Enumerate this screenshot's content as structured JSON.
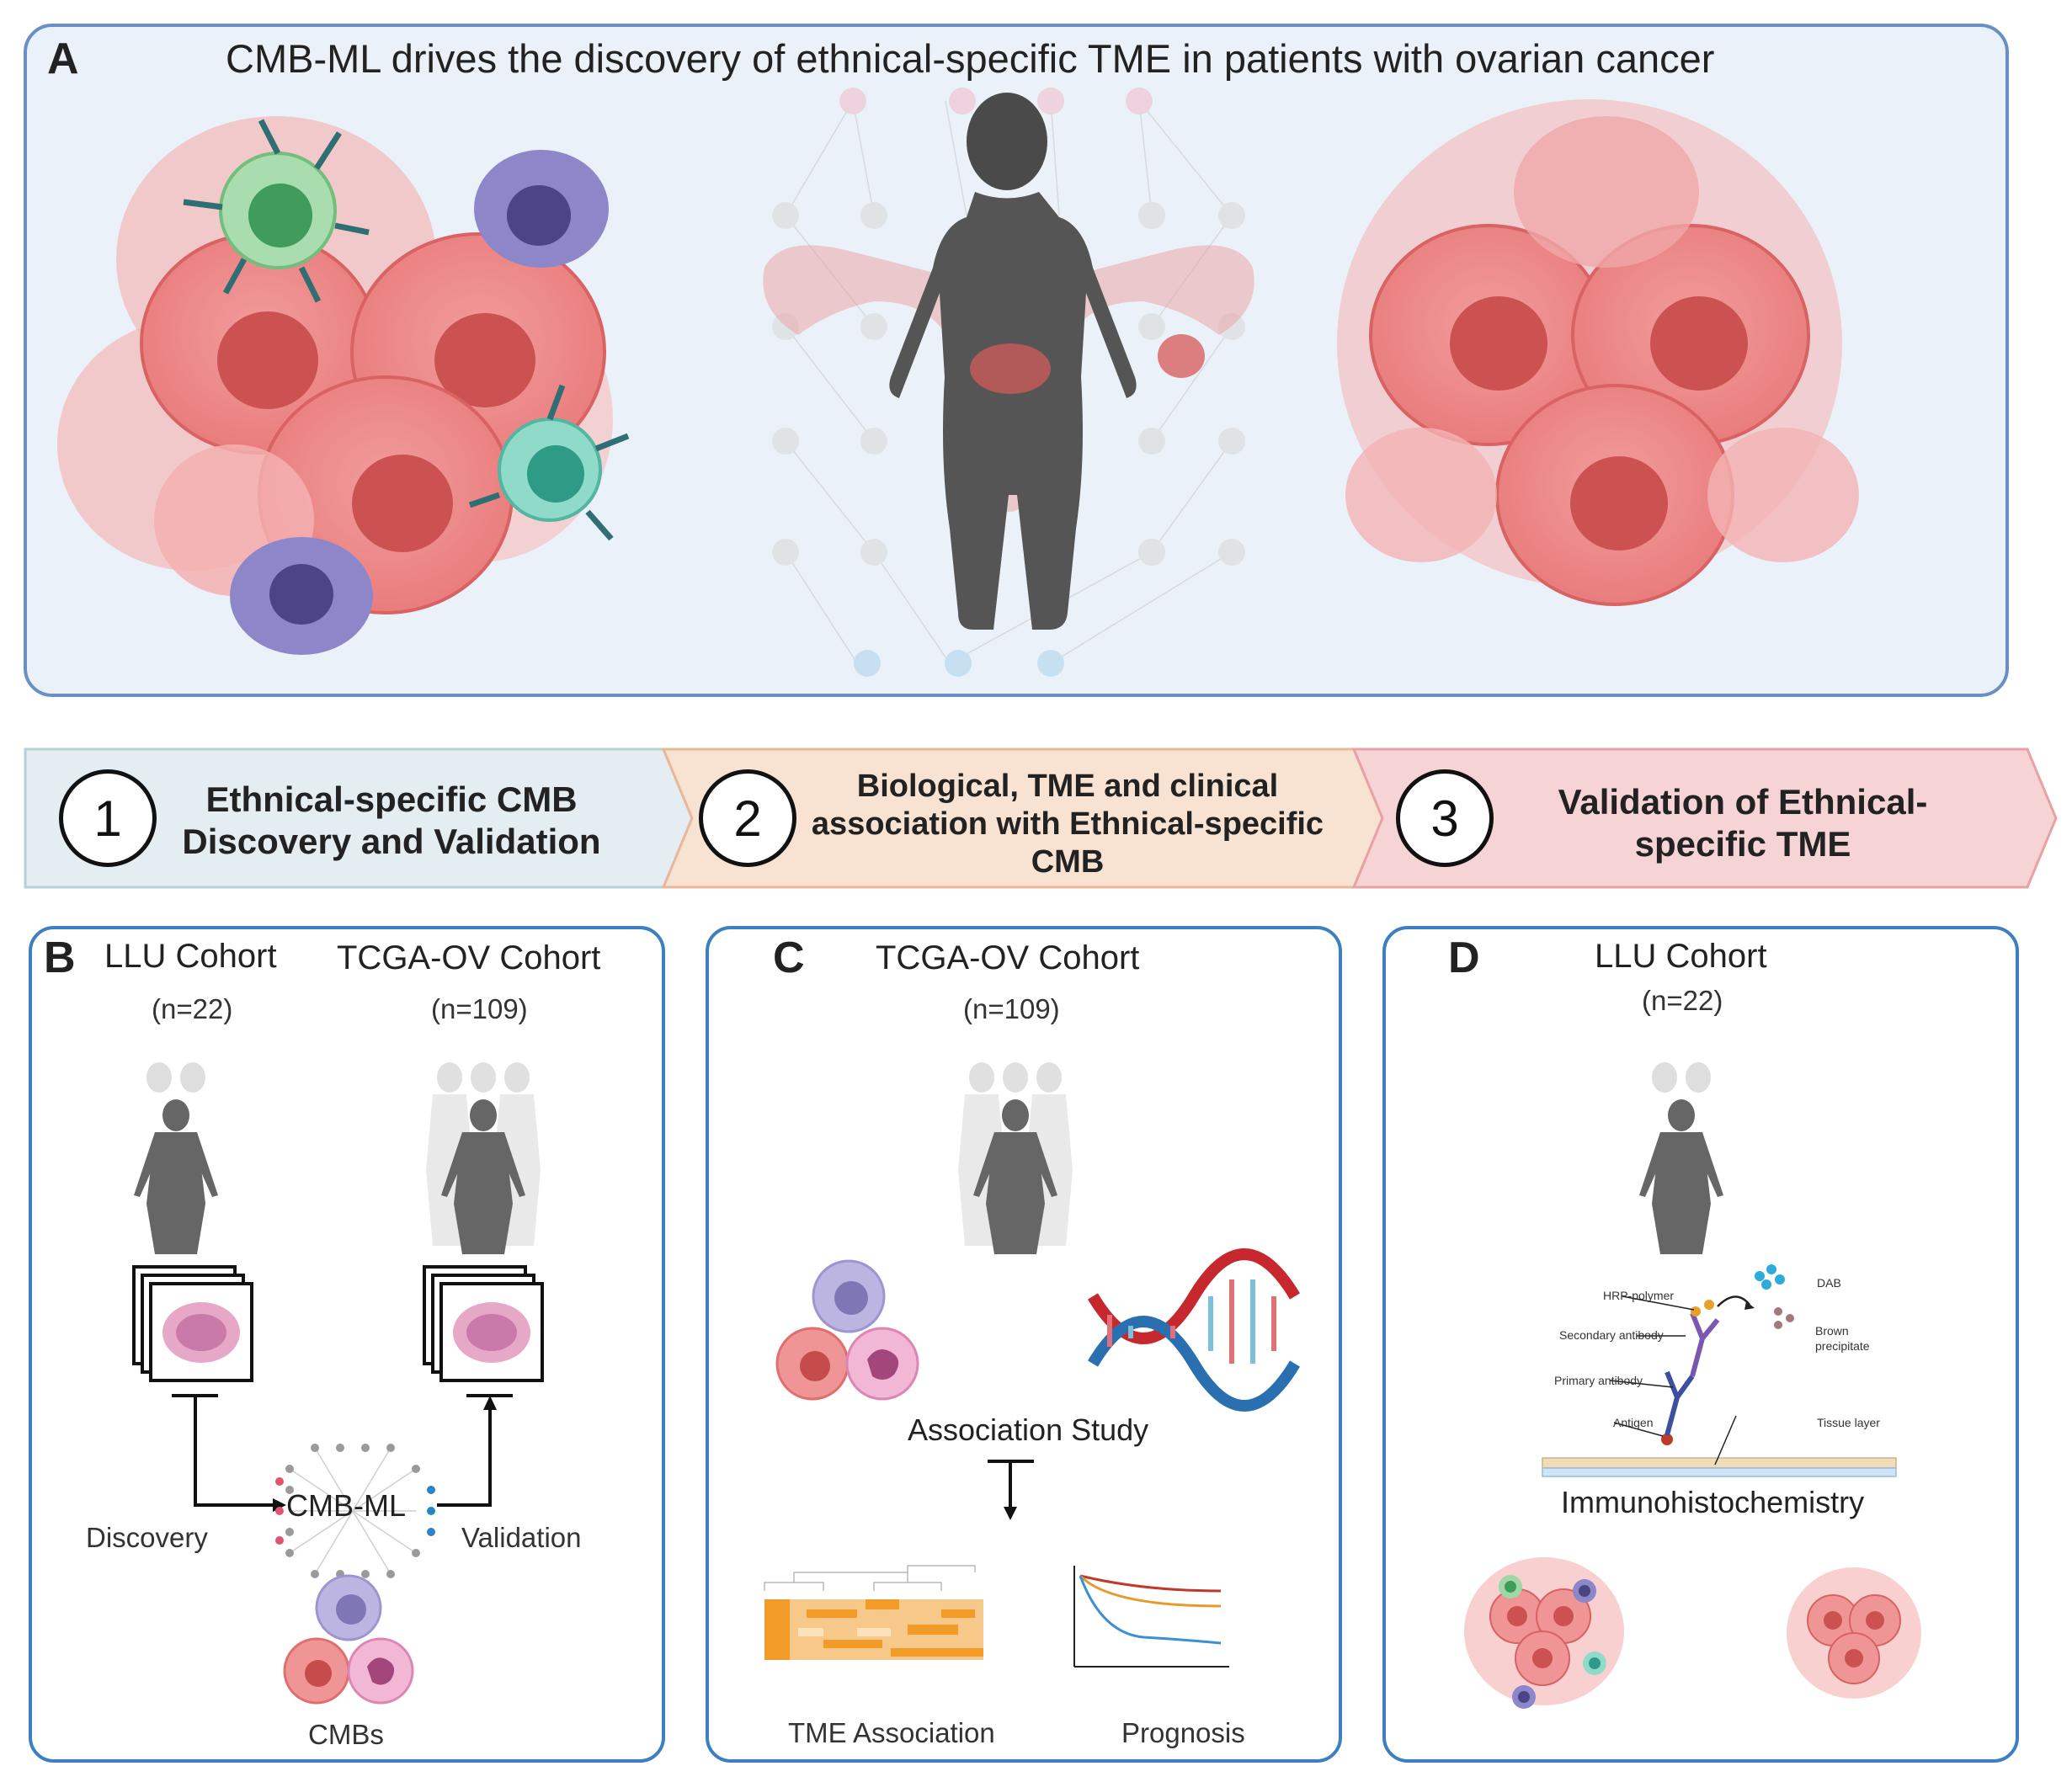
{
  "panelA": {
    "letter": "A",
    "title": "CMB-ML drives the discovery of ethnical-specific TME in patients with ovarian cancer"
  },
  "steps": [
    {
      "number": "1",
      "line1": "Ethnical-specific CMB",
      "line2": "Discovery and Validation",
      "line3": ""
    },
    {
      "number": "2",
      "line1": "Biological, TME and clinical",
      "line2": "association with Ethnical-specific",
      "line3": "CMB"
    },
    {
      "number": "3",
      "line1": "Validation of Ethnical-",
      "line2": "specific TME",
      "line3": ""
    }
  ],
  "step_colors": [
    "#e4edf2",
    "#f8e2d2",
    "#f6d3d4"
  ],
  "panelB": {
    "letter": "B",
    "cohort1": "LLU Cohort",
    "cohort1_n": "(n=22)",
    "cohort2": "TCGA-OV Cohort",
    "cohort2_n": "(n=109)",
    "model": "CMB-ML",
    "discovery": "Discovery",
    "validation": "Validation",
    "cmbs": "CMBs"
  },
  "panelC": {
    "letter": "C",
    "cohort": "TCGA-OV Cohort",
    "cohort_n": "(n=109)",
    "association": "Association Study",
    "tme": "TME Association",
    "prognosis": "Prognosis"
  },
  "panelD": {
    "letter": "D",
    "cohort": "LLU Cohort",
    "cohort_n": "(n=22)",
    "ihc": "Immunohistochemistry",
    "ihc_labels": {
      "hrp": "HRP-polymer",
      "secondary": "Secondary antibody",
      "primary": "Primary antibody",
      "antigen": "Antigen",
      "tissue": "Tissue layer",
      "dab": "DAB",
      "brown1": "Brown",
      "brown2": "precipitate"
    }
  }
}
